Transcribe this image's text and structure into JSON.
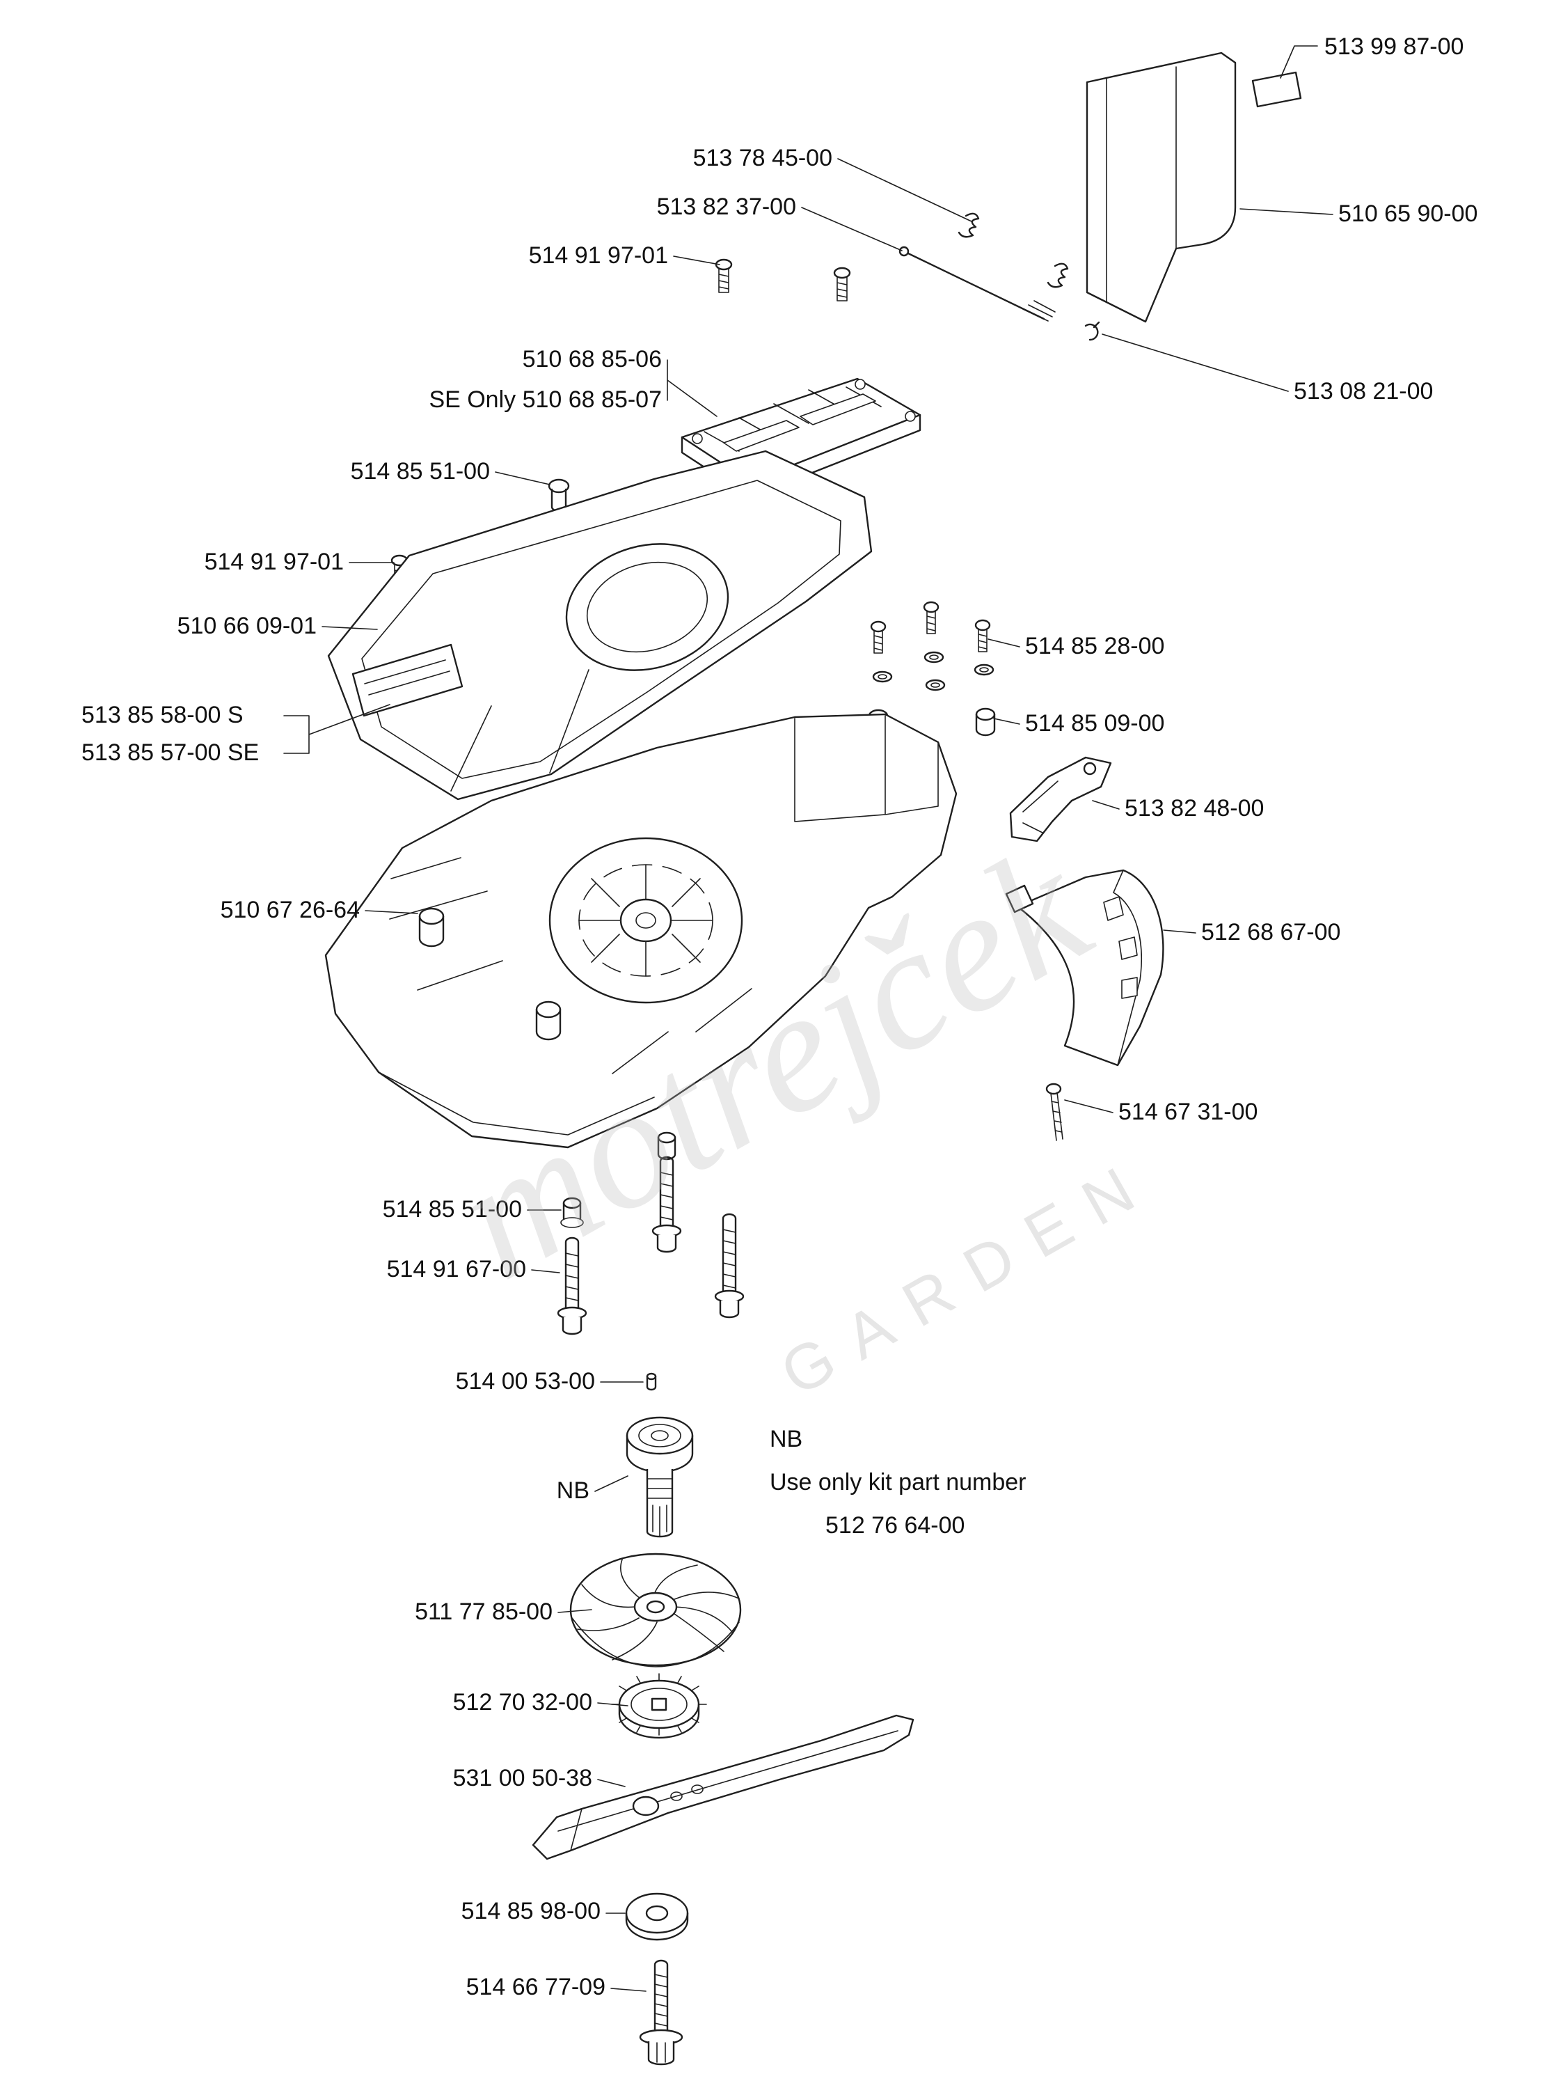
{
  "page": {
    "background": "#ffffff",
    "ink": "#1f1f1f"
  },
  "watermark": {
    "brand": "motrejček",
    "sub": "GARDEN"
  },
  "note": {
    "heading": "NB",
    "line1": "Use only kit part number",
    "line2": "512 76 64-00"
  },
  "callouts": {
    "nb": "NB",
    "p513998700": "513 99 87-00",
    "p513784500": "513 78 45-00",
    "p513823700": "513 82 37-00",
    "p514919701": "514 91 97-01",
    "p510659000": "510 65 90-00",
    "p510688506": "510 68 85-06",
    "p510688507": "SE Only 510 68 85-07",
    "p513082100": "513 08 21-00",
    "p514855100": "514 85 51-00",
    "p510660901": "510 66 09-01",
    "p514852800": "514 85 28-00",
    "p513855800s": "513 85 58-00 S",
    "p513855700se": "513 85 57-00 SE",
    "p514850900": "514 85 09-00",
    "p513824800": "513 82 48-00",
    "p510672664": "510 67 26-64",
    "p512686700": "512 68 67-00",
    "p514673100": "514 67 31-00",
    "p514916700": "514 91 67-00",
    "p514005300": "514 00 53-00",
    "p511778500": "511 77 85-00",
    "p512703200": "512 70 32-00",
    "p531005038": "531 00 50-38",
    "p514859800": "514 85 98-00",
    "p514667709": "514 66 77-09"
  }
}
